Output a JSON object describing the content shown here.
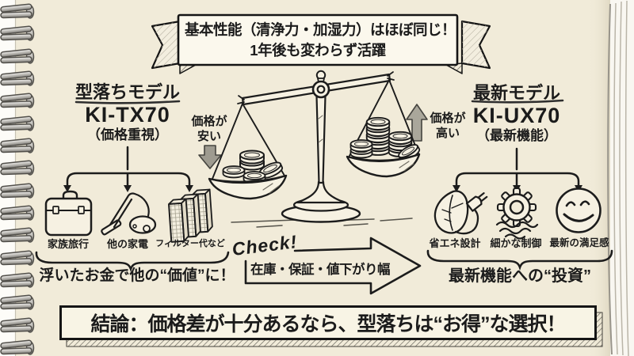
{
  "colors": {
    "paper": "#f1ebd9",
    "ink": "#1b1b1b",
    "arrow_gray": "#9e9b90",
    "banner_fill": "#fbf8ed",
    "conclusion_fill": "#f8f4e5"
  },
  "banner": {
    "line1": "基本性能（清浄力・加湿力）はほぼ同じ！",
    "line2": "1年後も変わらず活躍"
  },
  "old_model": {
    "title": "型落ちモデル",
    "name": "KI-TX70",
    "subtitle": "（価格重視）"
  },
  "new_model": {
    "title": "最新モデル",
    "name": "KI-UX70",
    "subtitle": "（最新機能）"
  },
  "scale": {
    "left_note": {
      "line1": "価格が",
      "line2": "安い"
    },
    "right_note": {
      "line1": "価格が",
      "line2": "高い"
    }
  },
  "left_branch": {
    "items": [
      {
        "icon": "suitcase-icon",
        "label": "家族旅行"
      },
      {
        "icon": "vacuum-icon",
        "label": "他の家電"
      },
      {
        "icon": "filters-icon",
        "label": "フィルター代など"
      }
    ],
    "summary": "浮いたお金で他の“価値”に！"
  },
  "right_branch": {
    "items": [
      {
        "icon": "leaf-plug-icon",
        "label": "省エネ設計"
      },
      {
        "icon": "gear-icon",
        "label": "細かな制御"
      },
      {
        "icon": "smiley-icon",
        "label": "最新の満足感"
      }
    ],
    "summary": "最新機能への“投資”"
  },
  "check": {
    "label": "Check!",
    "text": "在庫・保証・値下がり幅"
  },
  "conclusion": "結論：価格差が十分あるなら、型落ちは“お得”な選択！"
}
